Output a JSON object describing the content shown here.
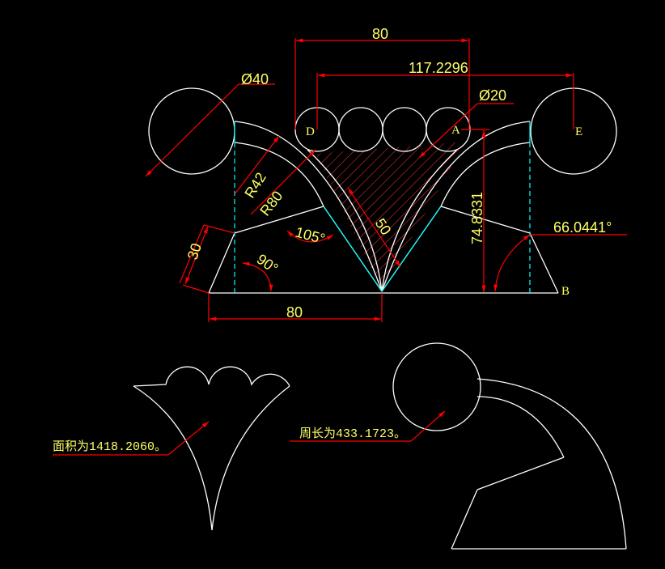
{
  "colors": {
    "background": "#000000",
    "geometry": "#ffffff",
    "dimension_line": "#ff0000",
    "centerline": "#00ffff",
    "text": "#ffff66"
  },
  "dimensions": {
    "top_width": "80",
    "centers_distance": "117.2296",
    "small_circle_dia": "Ø20",
    "big_circle_dia": "Ø40",
    "radius_42": "R42",
    "radius_80": "R80",
    "height": "74.8331",
    "angle_right": "66.0441°",
    "angle_105": "105°",
    "angle_90": "90°",
    "side_30": "30",
    "slant_50": "50",
    "bottom_width": "80"
  },
  "points": {
    "D": "D",
    "A": "A",
    "E": "E",
    "B": "B"
  },
  "notes": {
    "area": "面积为1418.2060。",
    "perimeter": "周长为433.1723。"
  }
}
